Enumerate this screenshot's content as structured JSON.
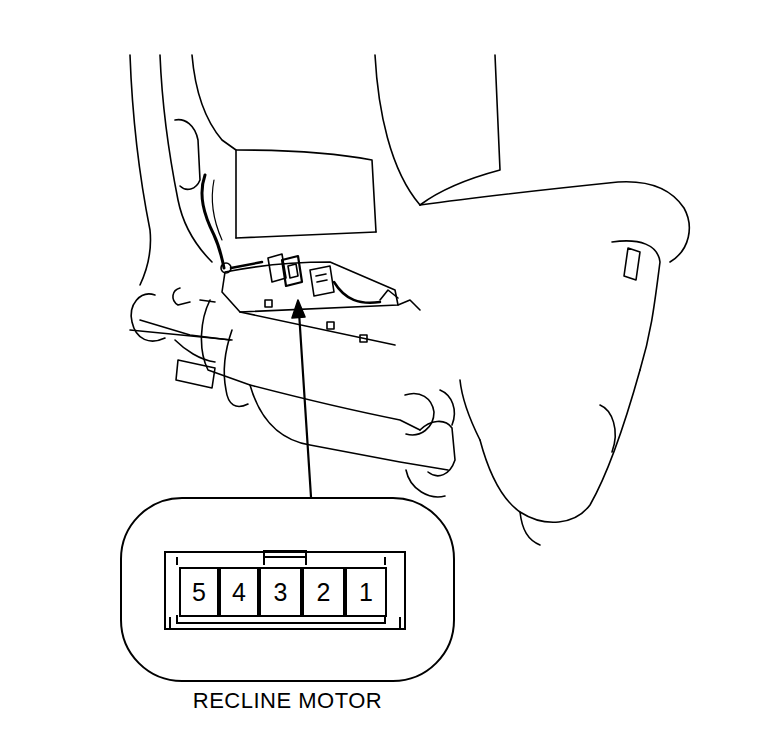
{
  "diagram": {
    "nodes": [
      {
        "text": [
          "RECLINE MOTOR"
        ]
      },
      {
        "text": [
          "5"
        ],
        "in": 0
      },
      {
        "text": [
          "4"
        ],
        "in": 0
      },
      {
        "text": [
          "3"
        ],
        "in": 0
      },
      {
        "text": [
          "2"
        ],
        "in": 0
      },
      {
        "text": [
          "1"
        ],
        "in": 0
      }
    ]
  }
}
